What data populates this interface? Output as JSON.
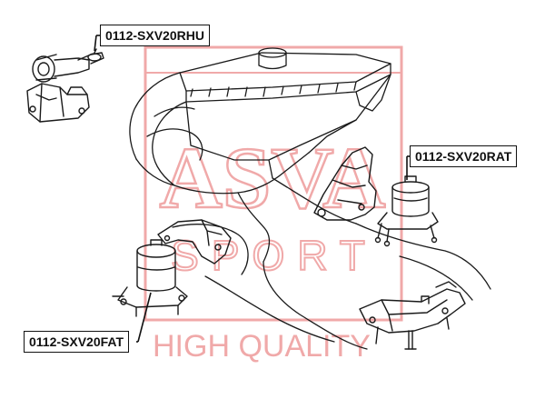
{
  "labels": {
    "rhu": "0112-SXV20RHU",
    "rat": "0112-SXV20RAT",
    "fat": "0112-SXV20FAT"
  },
  "watermark": {
    "logo_text": "ASVA",
    "sport_text": "SPORT",
    "quality_text": "HIGH QUALITY"
  },
  "colors": {
    "watermark": "#f0a9a9",
    "line": "#1a1a1a",
    "label_border": "#111111",
    "background": "#ffffff"
  }
}
